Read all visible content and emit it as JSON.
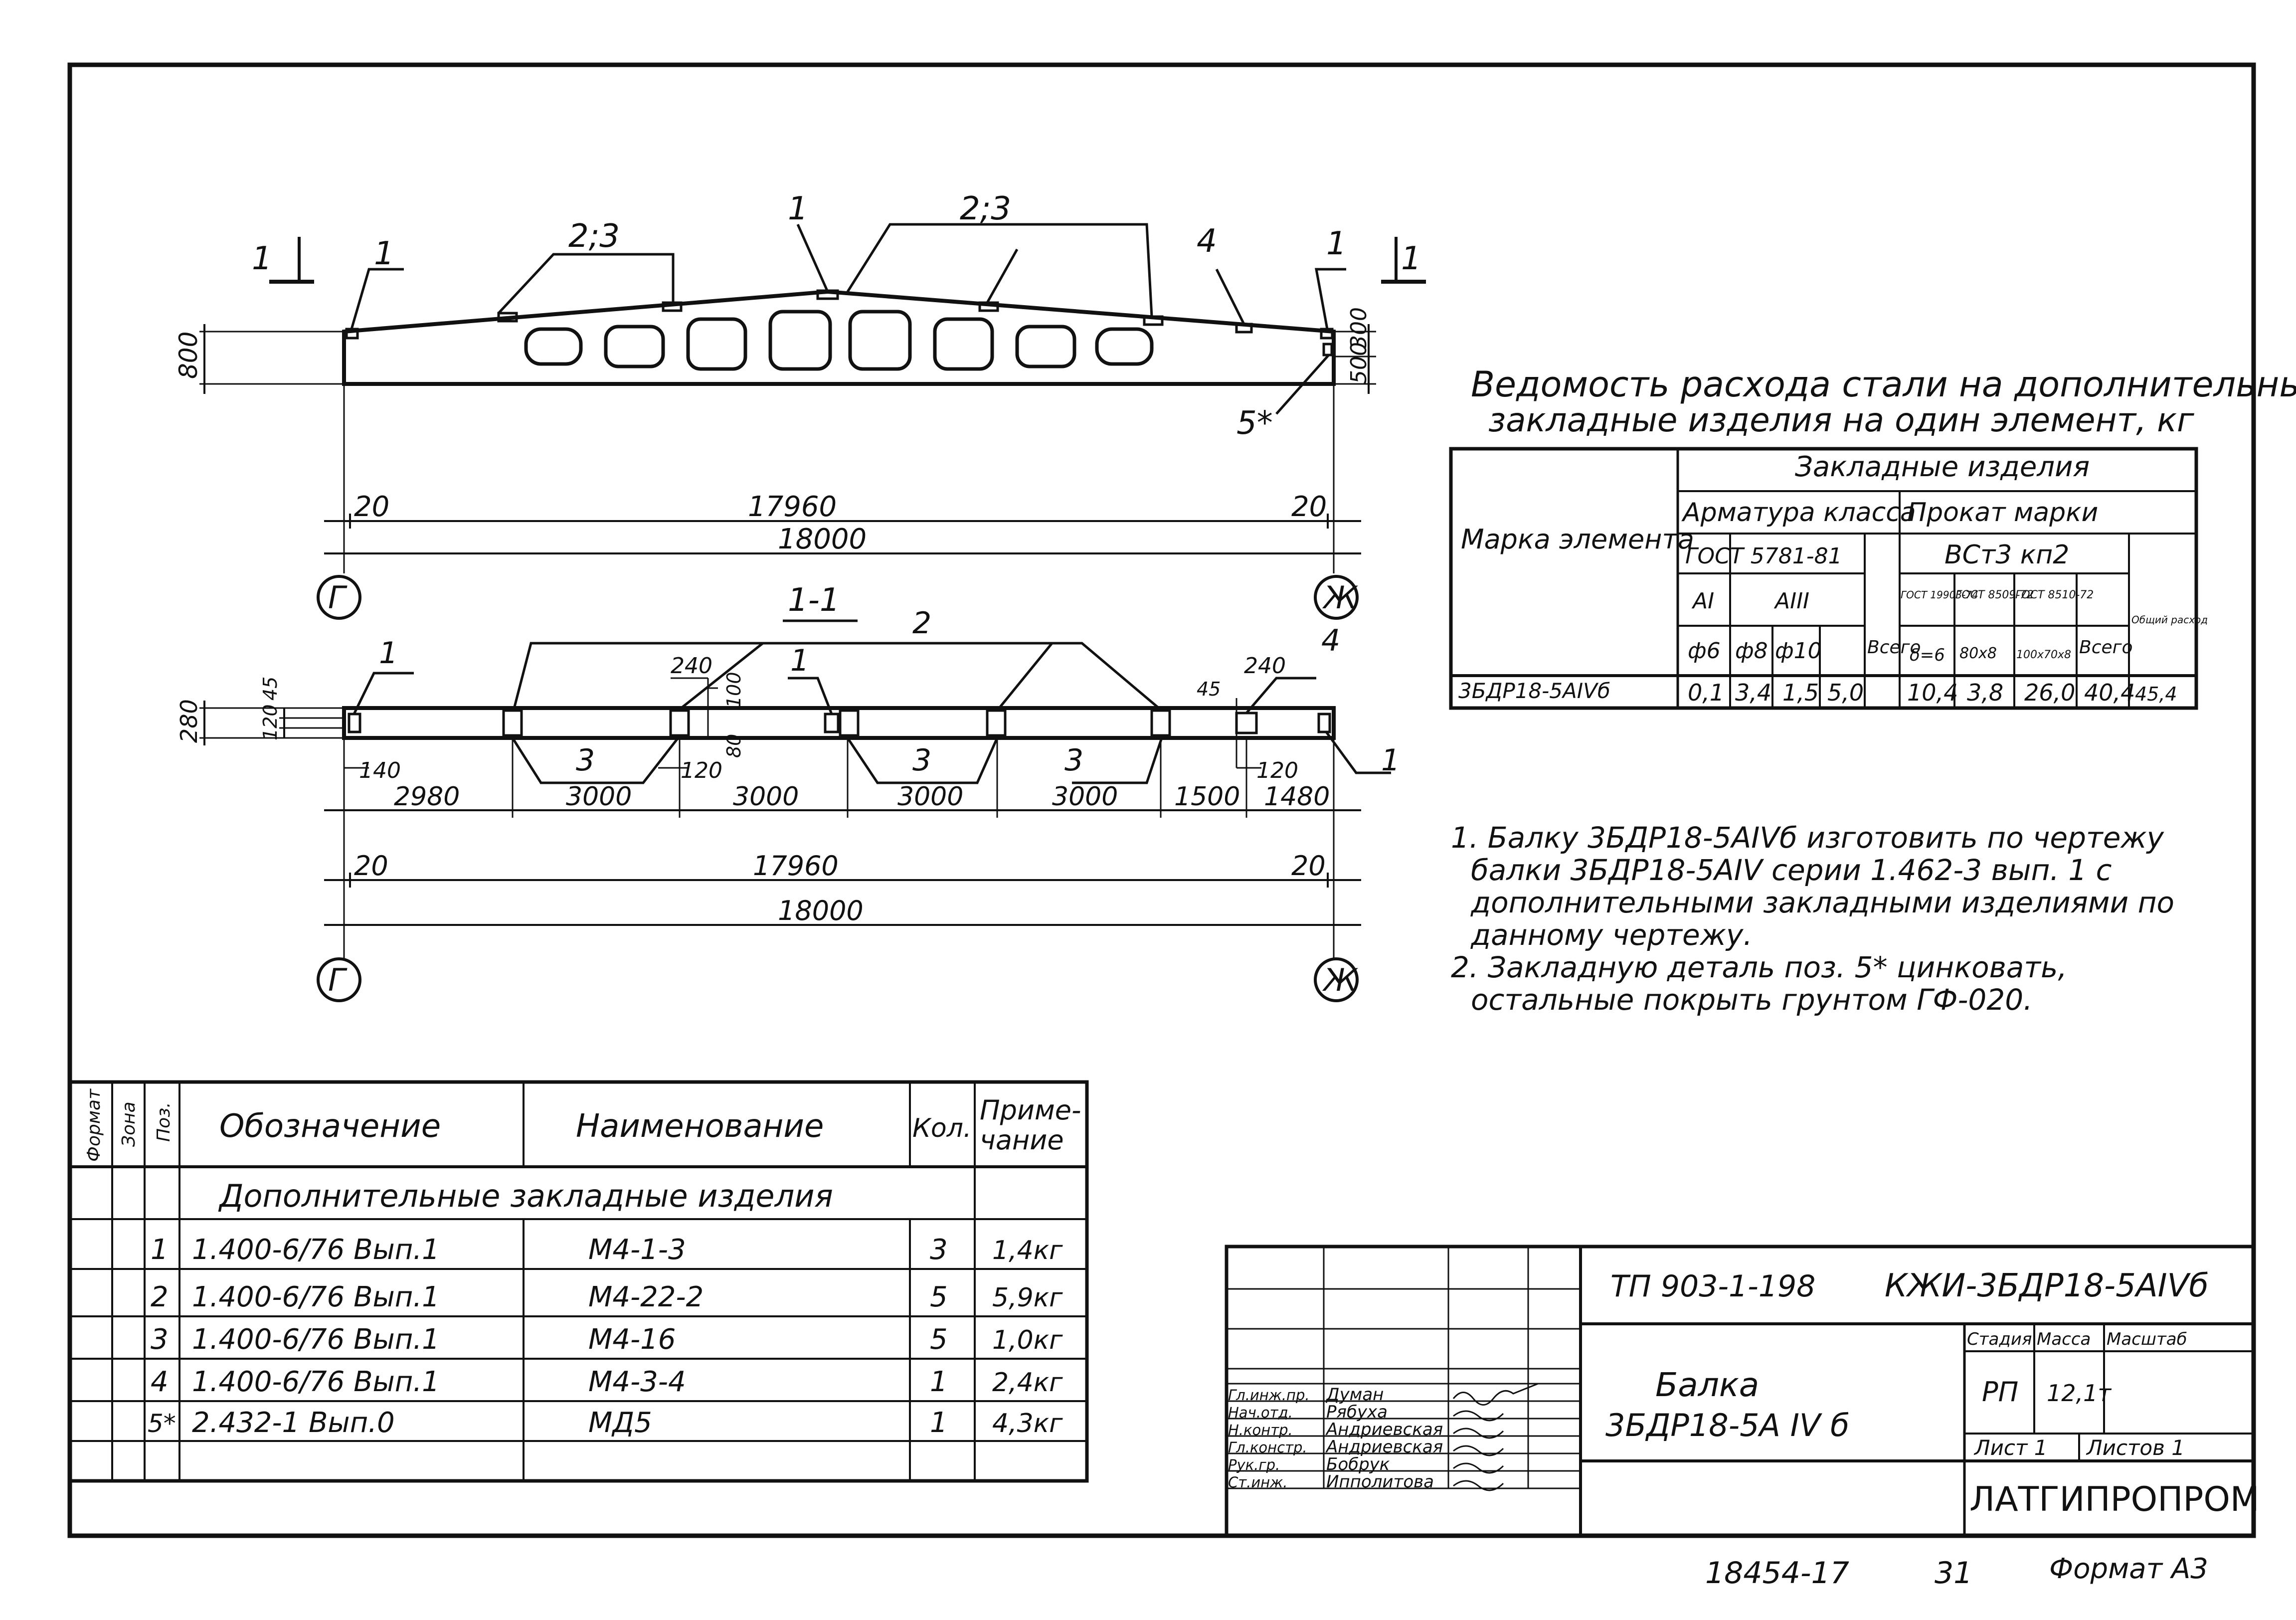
{
  "drawing": {
    "elevation": {
      "section_marks": [
        "1",
        "1"
      ],
      "callouts": [
        "1",
        "2;3",
        "1",
        "2;3",
        "4",
        "1",
        "5*"
      ],
      "dims_left": "800",
      "dims_right": [
        "300",
        "500"
      ],
      "dims": [
        "20",
        "17960",
        "20",
        "18000"
      ],
      "axes": [
        "Г",
        "Ж"
      ]
    },
    "section": {
      "title": "1-1",
      "callouts": [
        "1",
        "2",
        "1",
        "4",
        "1",
        "3",
        "3",
        "3"
      ],
      "dims_left": [
        "280",
        "120",
        "45"
      ],
      "dims_top": [
        "240",
        "100",
        "80",
        "240",
        "45"
      ],
      "dims_small": [
        "140",
        "120",
        "120"
      ],
      "spacing": [
        "2980",
        "3000",
        "3000",
        "3000",
        "3000",
        "1500",
        "1480"
      ],
      "dims": [
        "20",
        "17960",
        "20",
        "18000"
      ],
      "axes": [
        "Г",
        "Ж"
      ]
    }
  },
  "steel_table": {
    "title_line1": "Ведомость расхода стали на дополнительные",
    "title_line2": "закладные изделия на один элемент, кг",
    "h_mark": "Марка элемента",
    "h_embedded": "Закладные изделия",
    "h_rebar": "Арматура класса",
    "h_rolled": "Прокат марки",
    "h_gost_rebar": "ГОСТ 5781-81",
    "h_grade": "ВСт3 кп2",
    "h_AI": "АI",
    "h_AIII": "АIII",
    "h_total": "Всего",
    "h_g1": "ГОСТ 19903-74",
    "h_g2": "ГОСТ 8509-72",
    "h_g3": "ГОСТ 8510-72",
    "h_total2": "Всего",
    "h_overall": "Общий расход",
    "h_d6": "ф6",
    "h_d8": "ф8",
    "h_d10": "ф10",
    "h_s6": "δ=6",
    "h_80": "80х8",
    "h_100": "100х70х8",
    "row": {
      "mark": "3БДР18-5АIVб",
      "v1": "0,1",
      "v2": "3,4",
      "v3": "1,5",
      "v4": "5,0",
      "v5": "10,4",
      "v6": "3,8",
      "v7": "26,0",
      "v8": "40,4",
      "v9": "45,4"
    }
  },
  "notes": [
    "1. Балку 3БДР18-5АIVб изготовить по чертежу",
    "балки 3БДР18-5АIV серии 1.462-3 вып. 1 с",
    "дополнительными закладными изделиями по",
    "данному чертежу.",
    "2. Закладную деталь поз. 5* цинковать,",
    "остальные покрыть грунтом ГФ-020."
  ],
  "spec": {
    "h_format": "Формат",
    "h_zone": "Зона",
    "h_pos": "Поз.",
    "h_designation": "Обозначение",
    "h_name": "Наименование",
    "h_qty": "Кол.",
    "h_note1": "Приме-",
    "h_note2": "чание",
    "section_title": "Дополнительные закладные изделия",
    "rows": [
      {
        "pos": "1",
        "designation": "1.400-6/76 Вып.1",
        "name": "М4-1-3",
        "qty": "3",
        "note": "1,4кг"
      },
      {
        "pos": "2",
        "designation": "1.400-6/76 Вып.1",
        "name": "М4-22-2",
        "qty": "5",
        "note": "5,9кг"
      },
      {
        "pos": "3",
        "designation": "1.400-6/76 Вып.1",
        "name": "М4-16",
        "qty": "5",
        "note": "1,0кг"
      },
      {
        "pos": "4",
        "designation": "1.400-6/76 Вып.1",
        "name": "М4-3-4",
        "qty": "1",
        "note": "2,4кг"
      },
      {
        "pos": "5*",
        "designation": "2.432-1 Вып.0",
        "name": "МД5",
        "qty": "1",
        "note": "4,3кг"
      }
    ]
  },
  "title_block": {
    "project": "ТП 903-1-198",
    "code": "КЖИ-3БДР18-5АIVб",
    "title1": "Балка",
    "title2": "3БДР18-5А IV б",
    "h_stage": "Стадия",
    "h_mass": "Масса",
    "h_scale": "Масштаб",
    "stage": "РП",
    "mass": "12,1т",
    "sheet": "Лист 1",
    "sheets": "Листов 1",
    "org": "ЛАТГИПРОПРОМ",
    "people": [
      {
        "role": "Гл.инж.пр.",
        "name": "Думан"
      },
      {
        "role": "Нач.отд.",
        "name": "Рябуха"
      },
      {
        "role": "Н.контр.",
        "name": "Андриевская"
      },
      {
        "role": "Гл.констр.",
        "name": "Андриевская"
      },
      {
        "role": "Рук.гр.",
        "name": "Бобрук"
      },
      {
        "role": "Ст.инж.",
        "name": "Ипполитова"
      }
    ]
  },
  "footer": {
    "number": "18454-17",
    "page": "31",
    "format": "Формат А3"
  }
}
